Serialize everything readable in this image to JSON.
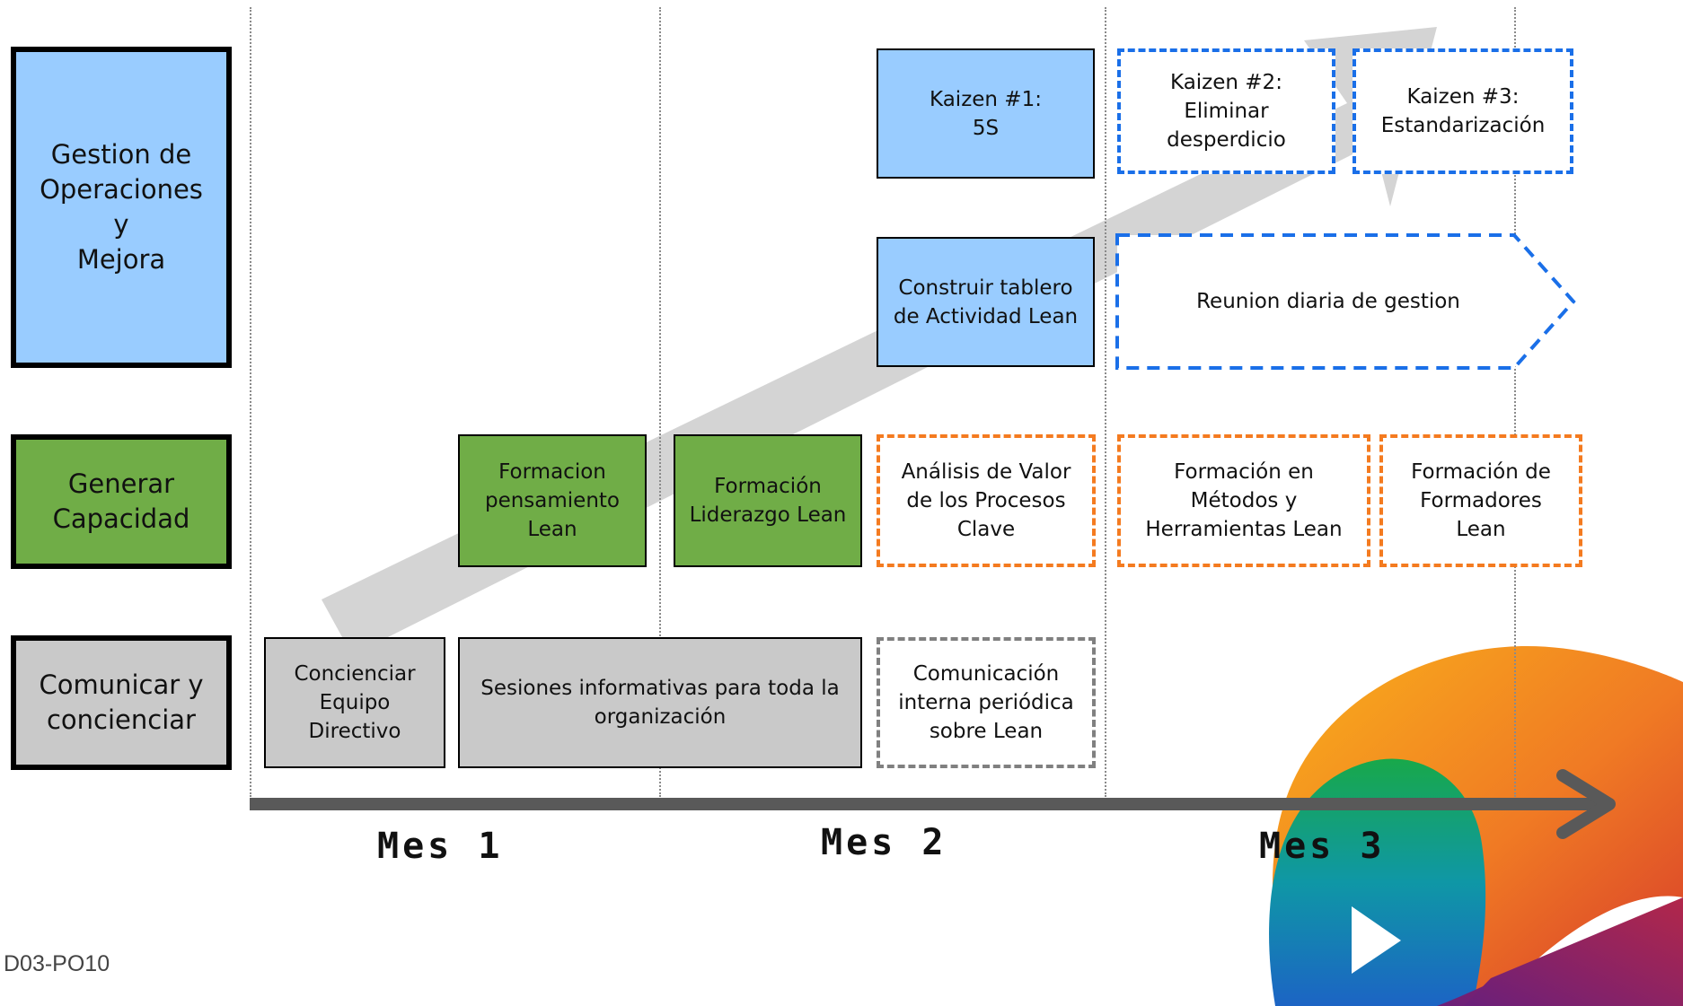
{
  "rows": {
    "gestion": "Gestion de\nOperaciones y\nMejora",
    "capacidad": "Generar\nCapacidad",
    "comunicar": "Comunicar y\nconcienciar"
  },
  "tasks": {
    "kaizen1": "Kaizen #1:\n5S",
    "kaizen2": "Kaizen #2:\nEliminar\ndesperdicio",
    "kaizen3": "Kaizen #3:\nEstandarización",
    "tablero": "Construir tablero\nde Actividad Lean",
    "reunion": "Reunion diaria de gestion",
    "formacion_pensamiento": "Formacion\npensamiento\nLean",
    "formacion_liderazgo": "Formación\nLiderazgo Lean",
    "analisis_valor": "Análisis de Valor\nde los Procesos\nClave",
    "formacion_metodos": "Formación en\nMétodos y\nHerramientas Lean",
    "formacion_formadores": "Formación de\nFormadores\nLean",
    "concienciar_equipo": "Concienciar\nEquipo\nDirectivo",
    "sesiones": "Sesiones informativas para toda la\norganización",
    "comunicacion_interna": "Comunicación\ninterna periódica\nsobre Lean"
  },
  "timeline": {
    "months": [
      "Mes 1",
      "Mes 2",
      "Mes 3"
    ]
  },
  "footer": {
    "code": "D03-PO10"
  },
  "colors": {
    "blue_fill": "#99ccff",
    "green_fill": "#70ad47",
    "grey_fill": "#c9c9c9",
    "blue_dash": "#1a6fe8",
    "orange_dash": "#f47b20",
    "grey_dash": "#808080"
  }
}
